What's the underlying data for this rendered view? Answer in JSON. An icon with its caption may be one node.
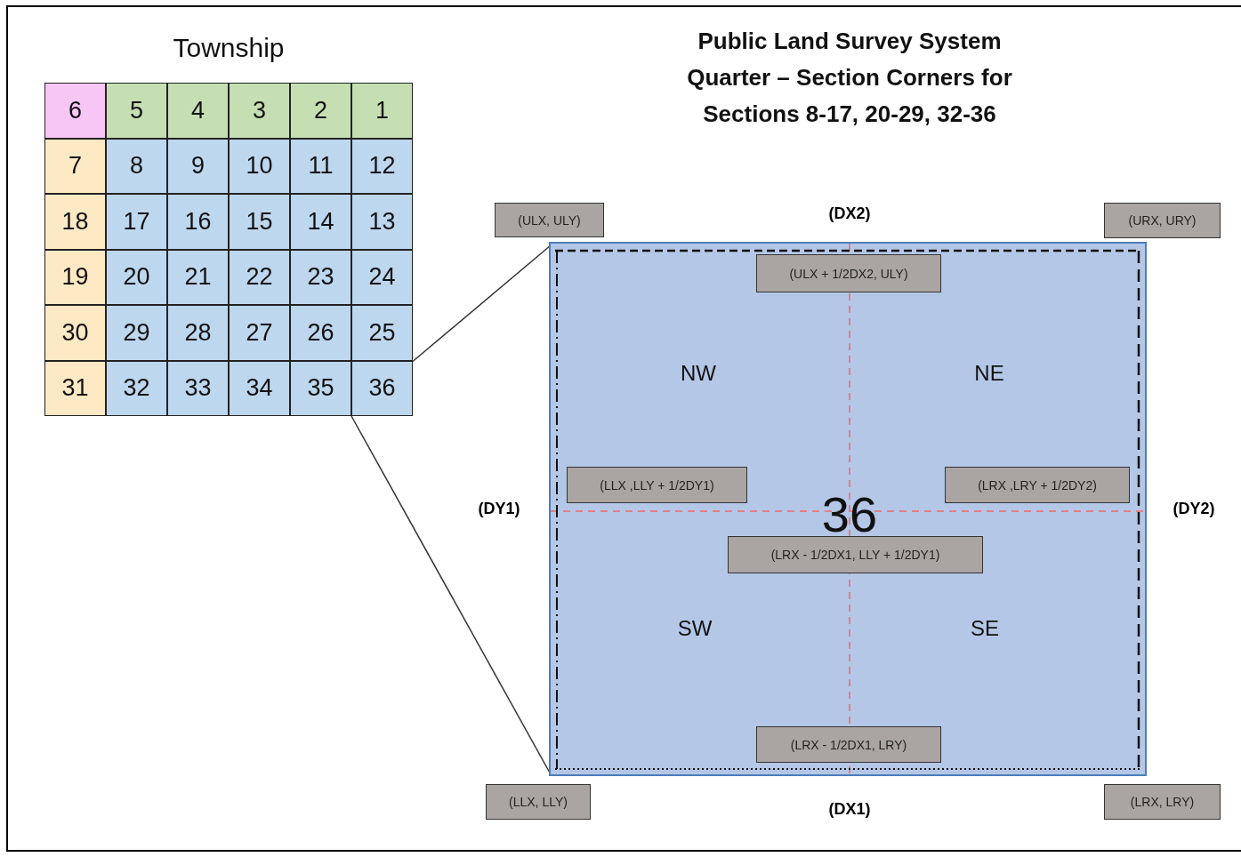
{
  "diagram": {
    "title": "Public Land Survey System Quarter – Section Corners for Sections 8-17, 20-29, 32-36",
    "nodes": [
      {
        "text": [
          "Township"
        ]
      },
      {
        "text": [
          "6"
        ],
        "in": 0
      },
      {
        "text": [
          "5"
        ],
        "in": 0
      },
      {
        "text": [
          "4"
        ],
        "in": 0
      },
      {
        "text": [
          "3"
        ],
        "in": 0
      },
      {
        "text": [
          "2"
        ],
        "in": 0
      },
      {
        "text": [
          "1"
        ],
        "in": 0
      },
      {
        "text": [
          "7"
        ],
        "in": 0
      },
      {
        "text": [
          "8"
        ],
        "in": 0
      },
      {
        "text": [
          "9"
        ],
        "in": 0
      },
      {
        "text": [
          "10"
        ],
        "in": 0
      },
      {
        "text": [
          "11"
        ],
        "in": 0
      },
      {
        "text": [
          "12"
        ],
        "in": 0
      },
      {
        "text": [
          "18"
        ],
        "in": 0
      },
      {
        "text": [
          "17"
        ],
        "in": 0
      },
      {
        "text": [
          "16"
        ],
        "in": 0
      },
      {
        "text": [
          "15"
        ],
        "in": 0
      },
      {
        "text": [
          "14"
        ],
        "in": 0
      },
      {
        "text": [
          "13"
        ],
        "in": 0
      },
      {
        "text": [
          "19"
        ],
        "in": 0
      },
      {
        "text": [
          "20"
        ],
        "in": 0
      },
      {
        "text": [
          "21"
        ],
        "in": 0
      },
      {
        "text": [
          "22"
        ],
        "in": 0
      },
      {
        "text": [
          "23"
        ],
        "in": 0
      },
      {
        "text": [
          "24"
        ],
        "in": 0
      },
      {
        "text": [
          "30"
        ],
        "in": 0
      },
      {
        "text": [
          "29"
        ],
        "in": 0
      },
      {
        "text": [
          "28"
        ],
        "in": 0
      },
      {
        "text": [
          "27"
        ],
        "in": 0
      },
      {
        "text": [
          "26"
        ],
        "in": 0
      },
      {
        "text": [
          "25"
        ],
        "in": 0
      },
      {
        "text": [
          "31"
        ],
        "in": 0
      },
      {
        "text": [
          "32"
        ],
        "in": 0
      },
      {
        "text": [
          "33"
        ],
        "in": 0
      },
      {
        "text": [
          "34"
        ],
        "in": 0
      },
      {
        "text": [
          "35"
        ],
        "in": 0
      },
      {
        "text": [
          "36"
        ],
        "in": 0
      },
      {
        "text": [
          "(ULX, ULY)"
        ]
      },
      {
        "text": [
          "(URX, URY)"
        ]
      },
      {
        "text": [
          "NW",
          "NE",
          "36",
          "SW",
          "SE"
        ]
      },
      {
        "text": [
          "(ULX + 1/2DX2, ULY)"
        ],
        "in": 39
      },
      {
        "text": [
          "(LLX ,LLY + 1/2DY1)"
        ],
        "in": 39
      },
      {
        "text": [
          "(LRX ,LRY + 1/2DY2)"
        ],
        "in": 39
      },
      {
        "text": [
          "(LRX - 1/2DX1, LLY + 1/2DY1)"
        ],
        "in": 39
      },
      {
        "text": [
          "(LRX - 1/2DX1, LRY)"
        ],
        "in": 39
      },
      {
        "text": [
          "(LLX, LLY)"
        ]
      },
      {
        "text": [
          "(LRX, LRY)"
        ]
      }
    ],
    "edges": [
      {
        "from": 36,
        "to": 39,
        "arrow": "none"
      },
      {
        "from": 36,
        "to": 39,
        "arrow": "none"
      }
    ],
    "labels": [
      "(DX2)",
      "(DY1)",
      "(DY2)",
      "(DX1)"
    ]
  }
}
